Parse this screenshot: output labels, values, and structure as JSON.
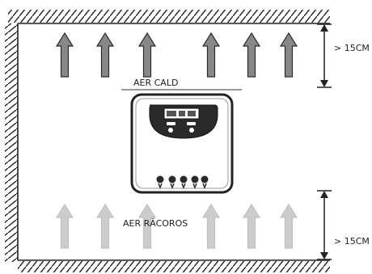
{
  "labels": {
    "hot_air": "AER CALD",
    "cool_air": "AER RĂCOROS",
    "top_clearance": "> 15CM",
    "bottom_clearance": "> 15CM"
  },
  "colors": {
    "hot_arrow_fill": "#888888",
    "hot_arrow_stroke": "#2b2b2b",
    "cool_arrow_fill": "#cccccc",
    "cool_arrow_stroke": "#c0c0c0",
    "wall_line": "#222222",
    "device_body": "#ffffff",
    "device_panel": "#2a2a2a"
  },
  "icons": {
    "hot_arrows": "up-arrow-icon",
    "cool_arrows": "up-arrow-icon",
    "dimension": "double-arrow-dimension-icon",
    "device": "solar-charge-controller-icon",
    "terminals": "terminal-block-icon"
  }
}
